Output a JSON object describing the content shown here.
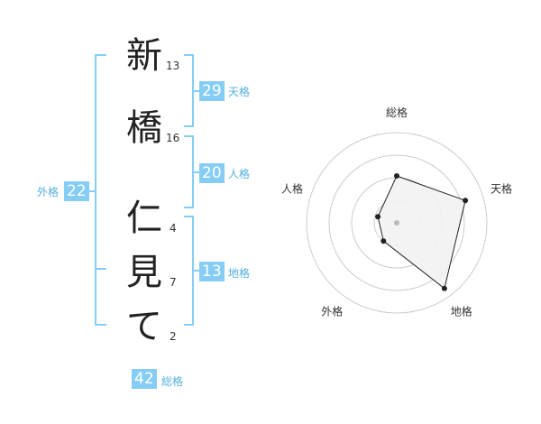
{
  "name_chars": [
    {
      "char": "新",
      "strokes": "13"
    },
    {
      "char": "橋",
      "strokes": "16"
    },
    {
      "char": "仁",
      "strokes": "4"
    },
    {
      "char": "見",
      "strokes": "7"
    },
    {
      "char": "て",
      "strokes": "2"
    }
  ],
  "kakusu": {
    "tenkaku": {
      "value": "29",
      "label": "天格"
    },
    "jinkaku": {
      "value": "20",
      "label": "人格"
    },
    "chikaku": {
      "value": "13",
      "label": "地格"
    },
    "gaikaku": {
      "value": "22",
      "label": "外格"
    },
    "soukaku": {
      "value": "42",
      "label": "総格"
    }
  },
  "colors": {
    "bracket": "#86cdf6",
    "badge": "#86cdf6",
    "badge_label": "#55aee0",
    "radar_fill": "#f2f2f2",
    "radar_line": "#222222",
    "ring": "#cccccc"
  },
  "chart_data": {
    "type": "radar",
    "axes": [
      "総格",
      "天格",
      "地格",
      "外格",
      "人格"
    ],
    "values": [
      0.52,
      0.8,
      0.9,
      0.25,
      0.22
    ],
    "rings": 4,
    "range": [
      0,
      1
    ]
  }
}
